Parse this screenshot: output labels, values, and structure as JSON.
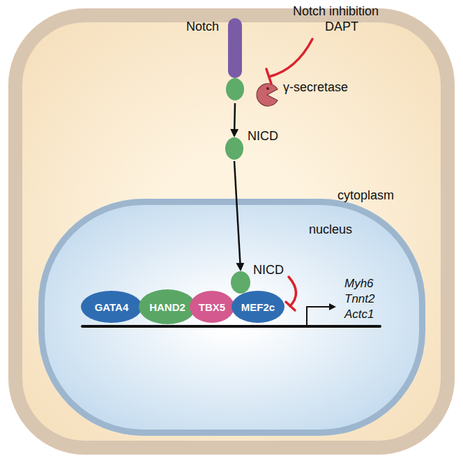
{
  "diagram": {
    "nodes": [
      {
        "text": [
          "cytoplasm"
        ]
      },
      {
        "text": [
          "nucleus"
        ],
        "in": 0
      },
      {
        "text": [
          "Notch"
        ],
        "in": 0
      },
      {
        "text": [
          "NICD"
        ],
        "in": 0
      },
      {
        "text": [
          "γ-secretase"
        ],
        "in": 0
      },
      {
        "text": [
          "NICD"
        ],
        "in": 1
      },
      {
        "text": [
          "GATA4"
        ],
        "in": 1
      },
      {
        "text": [
          "HAND2"
        ],
        "in": 1
      },
      {
        "text": [
          "TBX5"
        ],
        "in": 1
      },
      {
        "text": [
          "MEF2c"
        ],
        "in": 1
      }
    ],
    "edges": [
      {
        "from": 2,
        "to": 3,
        "arrow": "to"
      },
      {
        "from": 3,
        "to": 5,
        "arrow": "to"
      }
    ],
    "labels": [
      "Notch inhibition",
      "DAPT",
      "Myh6",
      "Tnnt2",
      "Actc1"
    ]
  }
}
